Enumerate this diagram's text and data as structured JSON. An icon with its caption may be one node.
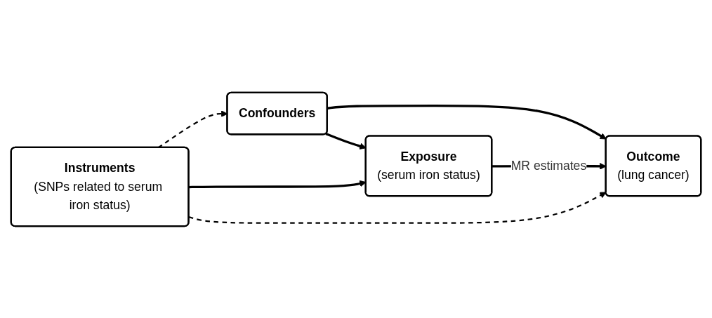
{
  "diagram": {
    "nodes": [
      {
        "text": [
          "Confounders"
        ]
      },
      {
        "text": [
          "Instruments",
          "(SNPs related to serum iron status)"
        ]
      },
      {
        "text": [
          "Exposure",
          "(serum iron status)"
        ]
      },
      {
        "text": [
          "Outcome",
          "(lung cancer)"
        ]
      }
    ],
    "edges": [
      {
        "from": 1,
        "to": 0,
        "arrow": "to",
        "style": "dashed"
      },
      {
        "from": 0,
        "to": 2,
        "arrow": "to"
      },
      {
        "from": 0,
        "to": 3,
        "arrow": "to"
      },
      {
        "from": 1,
        "to": 2,
        "arrow": "to"
      },
      {
        "from": 2,
        "to": 3,
        "arrow": "to",
        "label": "MR estimates"
      },
      {
        "from": 1,
        "to": 3,
        "arrow": "to",
        "style": "dashed"
      }
    ]
  }
}
